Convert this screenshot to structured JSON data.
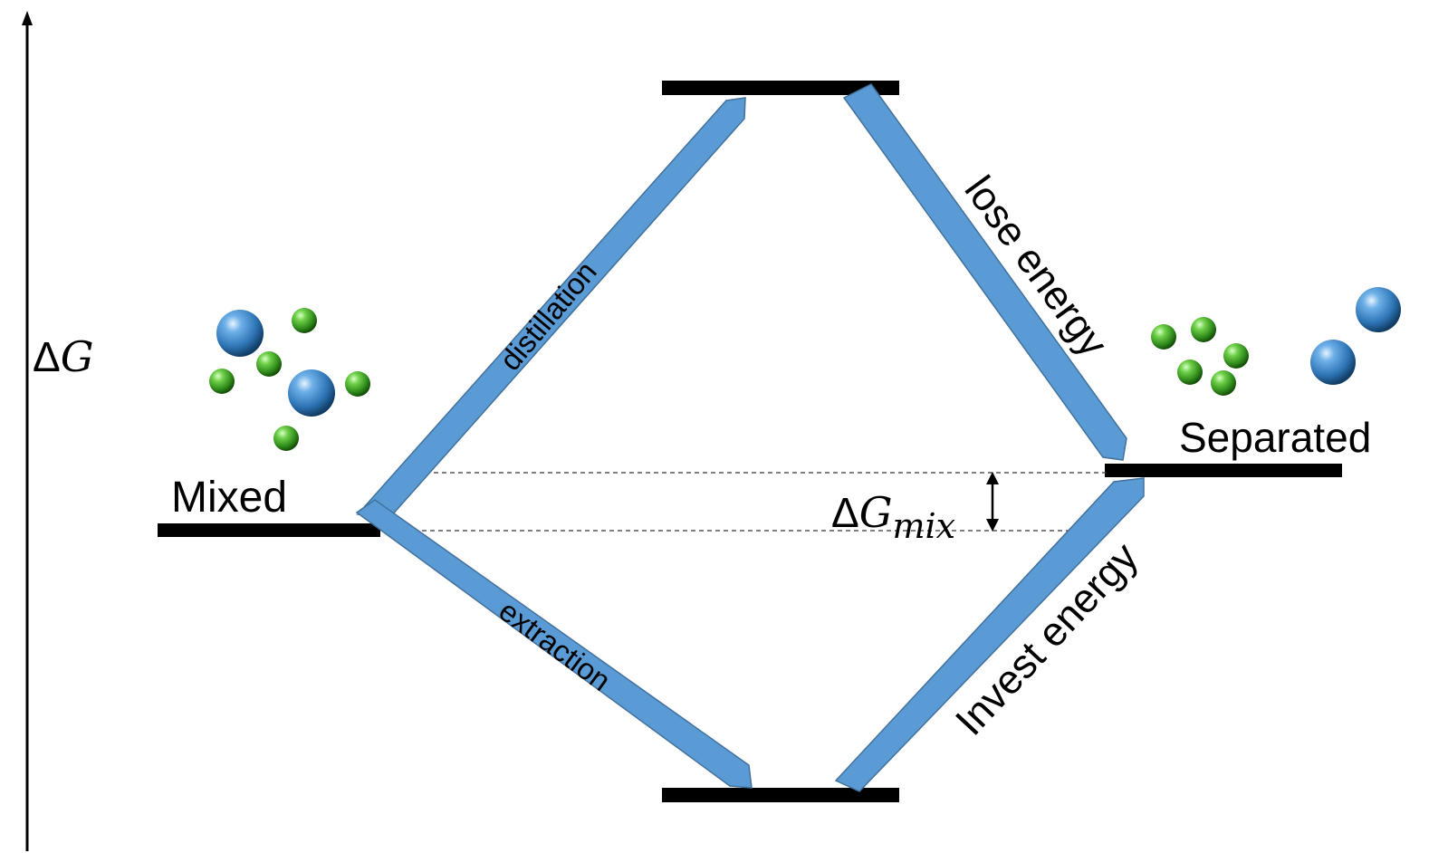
{
  "axis": {
    "delta": "Δ",
    "symbol": "G"
  },
  "states": {
    "mixed": "Mixed",
    "separated": "Separated"
  },
  "paths": {
    "distillation": "distillation",
    "lose_energy": "lose energy",
    "extraction": "extraction",
    "invest_energy": "Invest energy"
  },
  "delta_g_mix": {
    "delta": "Δ",
    "symbol": "G",
    "subscript": "mix"
  },
  "colors": {
    "arrow_fill": "#5b9bd5",
    "arrow_stroke": "#41719c",
    "level": "#000000",
    "particle_large": "#2e75b6",
    "particle_small": "#3a9d23"
  },
  "icons": {
    "large_particle": "blue-sphere-icon",
    "small_particle": "green-sphere-icon"
  }
}
